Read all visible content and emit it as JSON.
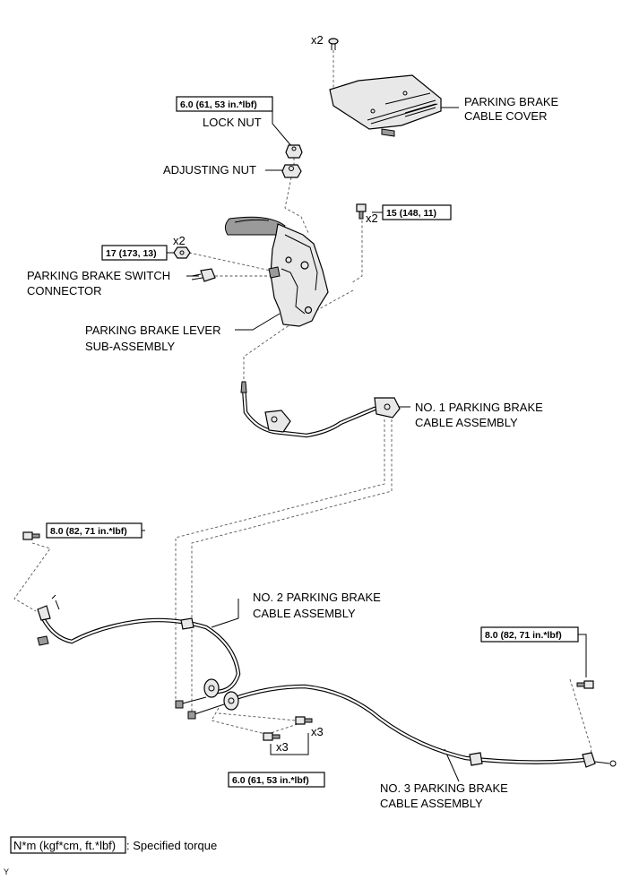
{
  "labels": {
    "cover_count": "x2",
    "cover_line1": "PARKING BRAKE",
    "cover_line2": "CABLE COVER",
    "lock_nut": "LOCK NUT",
    "adjusting_nut": "ADJUSTING NUT",
    "bolt_count": "x2",
    "nut_count": "x2",
    "switch_line1": "PARKING BRAKE SWITCH",
    "switch_line2": "CONNECTOR",
    "lever_line1": "PARKING BRAKE LEVER",
    "lever_line2": "SUB-ASSEMBLY",
    "cable1_line1": "NO. 1 PARKING BRAKE",
    "cable1_line2": "CABLE ASSEMBLY",
    "cable2_line1": "NO. 2 PARKING BRAKE",
    "cable2_line2": "CABLE ASSEMBLY",
    "cable3_line1": "NO. 3 PARKING BRAKE",
    "cable3_line2": "CABLE ASSEMBLY",
    "bolt_set_count_left": "x3",
    "bolt_set_count_right": "x3"
  },
  "torques": {
    "lock_nut": "6.0 (61, 53 in.*lbf)",
    "lever_bolt": "15 (148, 11)",
    "lever_nut": "17 (173, 13)",
    "left_bolt": "8.0 (82, 71 in.*lbf)",
    "right_bolt": "8.0 (82, 71 in.*lbf)",
    "center_bolts": "6.0 (61, 53 in.*lbf)"
  },
  "legend": {
    "unit": "N*m (kgf*cm, ft.*lbf)",
    "description": ": Specified torque"
  },
  "corner_mark": "Y"
}
